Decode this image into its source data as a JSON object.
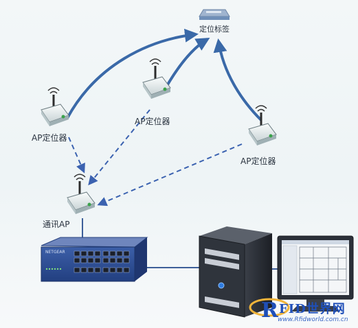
{
  "diagram": {
    "tag_label": "定位标签",
    "ap_left_label": "AP定位器",
    "ap_middle_label": "AP定位器",
    "ap_right_label": "AP定位器",
    "comm_ap_label": "通讯AP"
  },
  "switch": {
    "brand_text": "NETGEAR"
  },
  "watermark": {
    "rfid_rest": "FID世界网",
    "url": "www.Rfidworld.com.cn"
  },
  "colors": {
    "solid_arrow": "#3a69a8",
    "dashed_arrow": "#3b62b0",
    "switch_body": "#2f4f96",
    "server_body": "#2b2f37",
    "watermark": "#1f4fb8"
  }
}
